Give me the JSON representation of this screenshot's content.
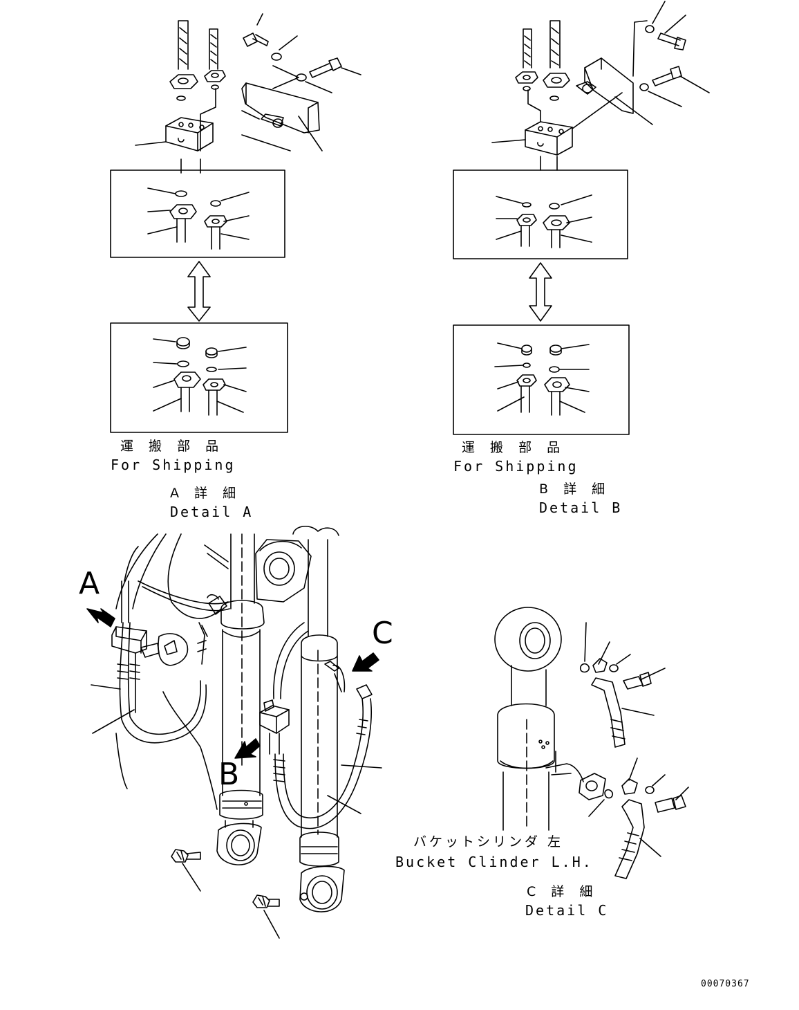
{
  "detail_a": {
    "shipping_jp": "運 搬 部 品",
    "shipping_en": "For Shipping",
    "title_jp": "A 詳 細",
    "title_en": "Detail A"
  },
  "detail_b": {
    "shipping_jp": "運 搬 部 品",
    "shipping_en": "For Shipping",
    "title_jp": "B 詳 細",
    "title_en": "Detail B"
  },
  "detail_c": {
    "cylinder_jp": "バケットシリンダ 左",
    "cylinder_en": "Bucket Clinder L.H.",
    "title_jp": "C 詳 細",
    "title_en": "Detail C"
  },
  "callouts": {
    "a": "A",
    "b": "B",
    "c": "C"
  },
  "drawing_code": "00070367"
}
